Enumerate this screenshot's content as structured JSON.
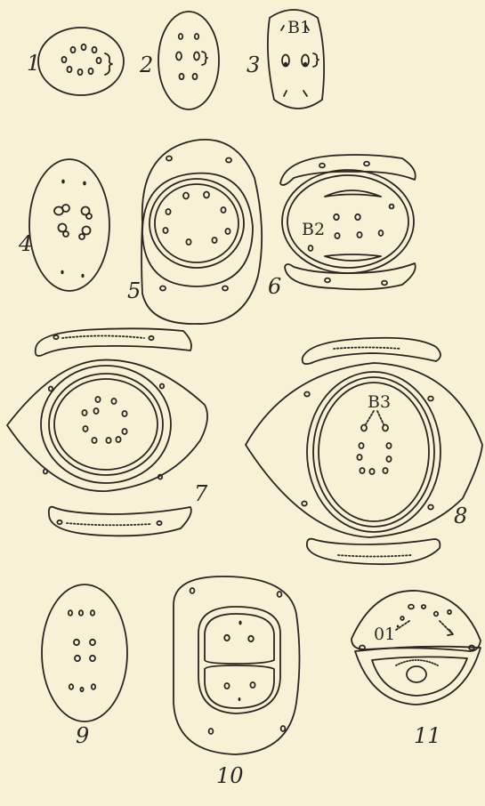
{
  "plate": {
    "background": "#f7f1d6",
    "ink": "#2b2620"
  },
  "figures": [
    {
      "id": "fig-1",
      "number": "1"
    },
    {
      "id": "fig-2",
      "number": "2"
    },
    {
      "id": "fig-3",
      "number": "3",
      "annotation": "B1"
    },
    {
      "id": "fig-4",
      "number": "4"
    },
    {
      "id": "fig-5",
      "number": "5"
    },
    {
      "id": "fig-6",
      "number": "6",
      "annotation": "B2"
    },
    {
      "id": "fig-7",
      "number": "7"
    },
    {
      "id": "fig-8",
      "number": "8",
      "annotation": "B3"
    },
    {
      "id": "fig-9",
      "number": "9"
    },
    {
      "id": "fig-10",
      "number": "10"
    },
    {
      "id": "fig-11",
      "number": "11",
      "annotation": "01"
    }
  ]
}
